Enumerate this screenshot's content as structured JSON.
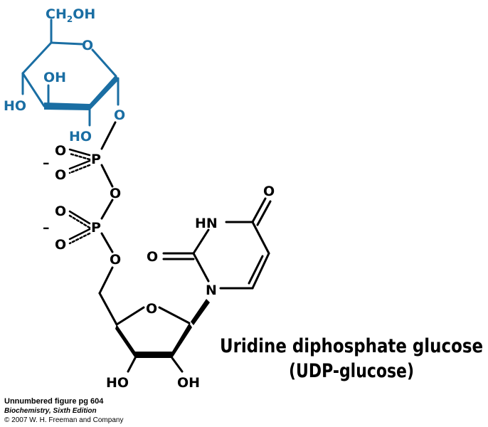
{
  "colors": {
    "glucose": "#1a6ea3",
    "main": "#000000"
  },
  "glucose": {
    "ch2oh": "CH",
    "ch2oh_sub": "2",
    "ch2oh_tail": "OH",
    "ring_o": "O",
    "oh_top": "OH",
    "ho_left": "HO",
    "ho_bottom": "HO",
    "link_o": "O"
  },
  "phosphates": {
    "p1": "P",
    "p1_o_up": "O",
    "p1_o_down": "O",
    "p1_charge": "–",
    "bridge_o": "O",
    "p2": "P",
    "p2_o_up": "O",
    "p2_o_down": "O",
    "p2_charge": "–",
    "link_o": "O"
  },
  "uracil": {
    "o_top": "O",
    "hn": "HN",
    "o_left": "O",
    "n1": "N"
  },
  "ribose": {
    "ring_o": "O",
    "ho": "HO",
    "oh": "OH"
  },
  "title": {
    "line1": "Uridine diphosphate glucose",
    "line2": "(UDP-glucose)"
  },
  "caption": {
    "line1": "Unnumbered figure pg 604",
    "line2": "Biochemistry, Sixth Edition",
    "line3": "© 2007 W. H. Freeman and Company"
  }
}
